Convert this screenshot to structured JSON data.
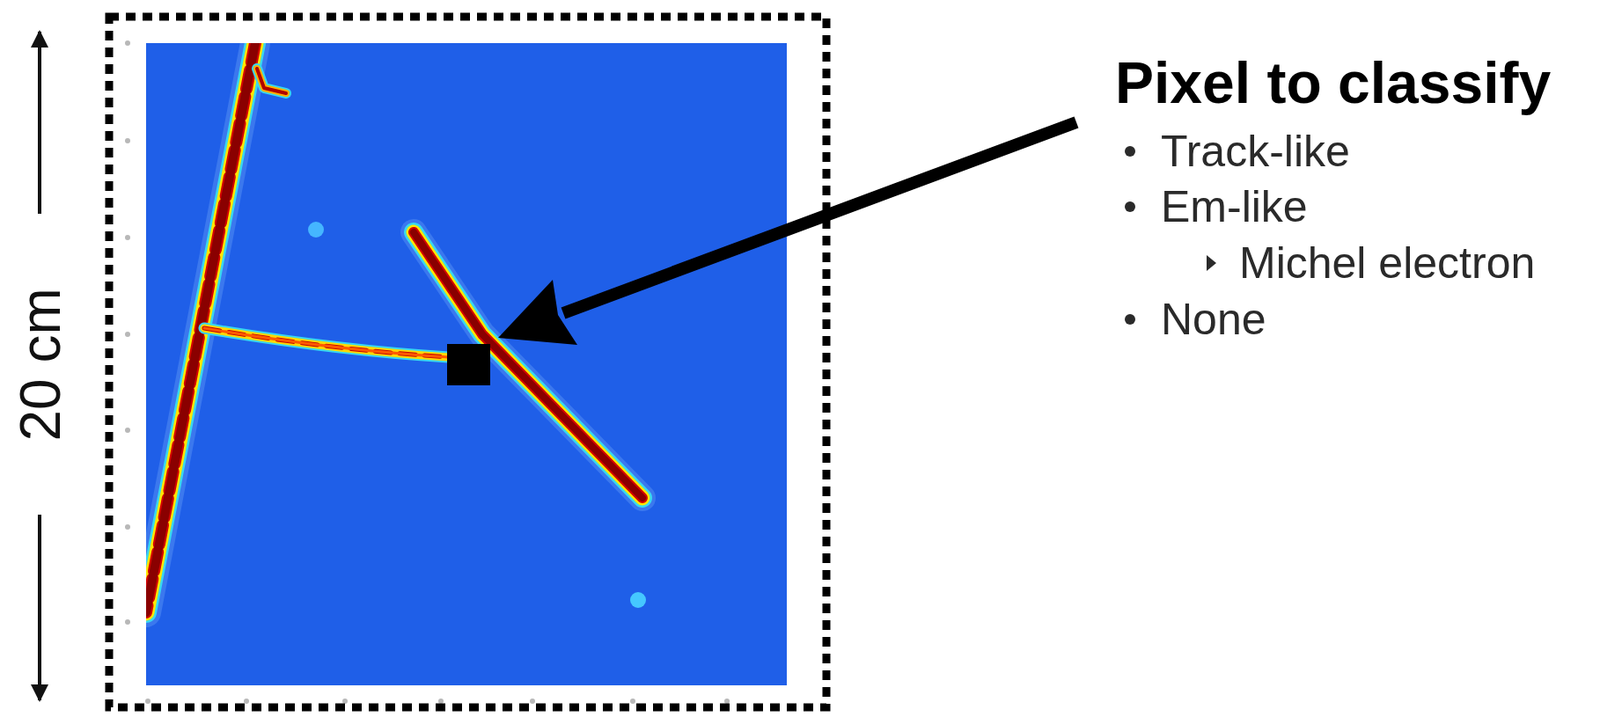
{
  "diagram": {
    "labels": [
      "20 cm",
      "Pixel to classify",
      "Track-like",
      "Em-like",
      "Michel electron",
      "None"
    ]
  }
}
